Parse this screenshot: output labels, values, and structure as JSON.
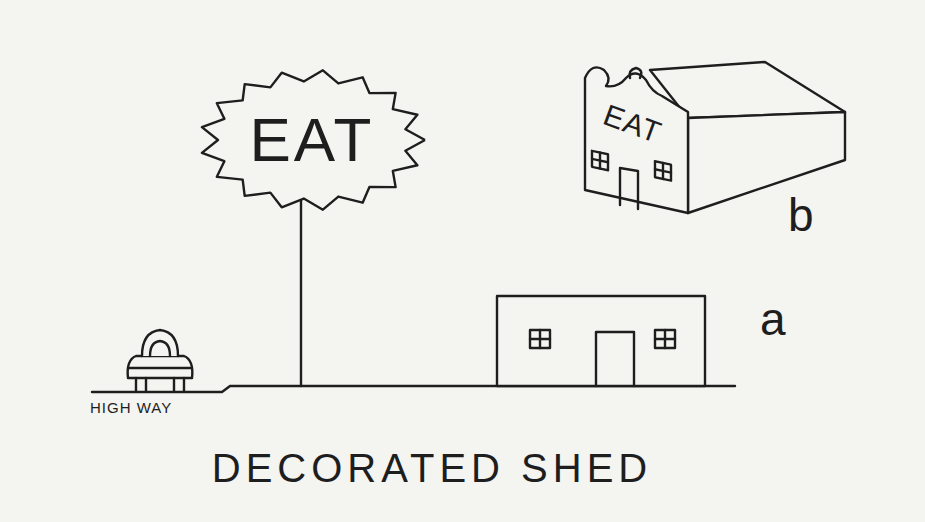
{
  "diagram": {
    "caption": "DECORATED SHED",
    "nodes": [
      {
        "text": [
          "EAT"
        ]
      },
      {
        "text": [
          "EAT"
        ]
      }
    ],
    "labels": [
      "b",
      "a",
      "HIGH WAY"
    ]
  }
}
